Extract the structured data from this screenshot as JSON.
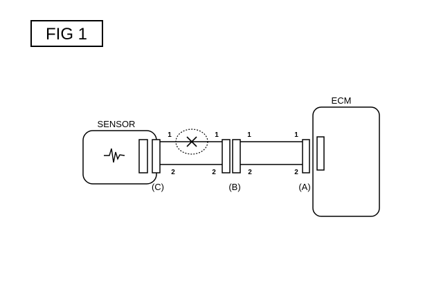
{
  "figure": {
    "title": "FIG 1"
  },
  "sensor": {
    "label": "SENSOR"
  },
  "ecm": {
    "label": "ECM"
  },
  "connectors": {
    "c": {
      "label": "(C)"
    },
    "b": {
      "label": "(B)"
    },
    "a": {
      "label": "(A)"
    }
  },
  "wires": [
    {
      "name": "wire-1",
      "left_pin": "1",
      "right_pin": "1",
      "fault": "open-circuit"
    },
    {
      "name": "wire-2",
      "left_pin": "2",
      "right_pin": "2"
    },
    {
      "name": "wire-3",
      "left_pin": "1",
      "right_pin": "1"
    },
    {
      "name": "wire-4",
      "left_pin": "2",
      "right_pin": "2"
    }
  ],
  "colors": {
    "line": "#000000",
    "background": "#ffffff"
  }
}
